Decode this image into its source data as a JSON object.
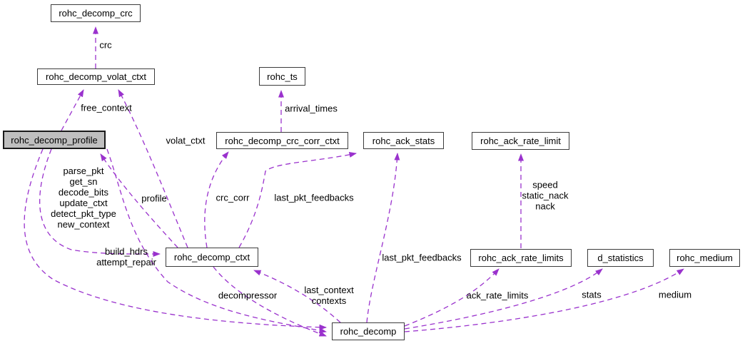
{
  "diagram_type": "collaboration-graph",
  "colors": {
    "edge-color": "#9a32cd",
    "node-border": "#3c3c3c",
    "node-fill": "#ffffff",
    "highlight-fill": "#bfbfbf",
    "bg": "#ffffff",
    "text": "#000000"
  },
  "nodes": {
    "rohc_decomp_crc": {
      "label": "rohc_decomp_crc"
    },
    "rohc_decomp_volat_ctxt": {
      "label": "rohc_decomp_volat_ctxt"
    },
    "rohc_decomp_profile": {
      "label": "rohc_decomp_profile",
      "highlighted": true
    },
    "rohc_ts": {
      "label": "rohc_ts"
    },
    "rohc_decomp_crc_corr_ctxt": {
      "label": "rohc_decomp_crc_corr_ctxt"
    },
    "rohc_ack_stats": {
      "label": "rohc_ack_stats"
    },
    "rohc_ack_rate_limit": {
      "label": "rohc_ack_rate_limit"
    },
    "rohc_decomp_ctxt": {
      "label": "rohc_decomp_ctxt"
    },
    "rohc_ack_rate_limits": {
      "label": "rohc_ack_rate_limits"
    },
    "d_statistics": {
      "label": "d_statistics"
    },
    "rohc_medium": {
      "label": "rohc_medium"
    },
    "rohc_decomp": {
      "label": "rohc_decomp"
    }
  },
  "edge_labels": {
    "crc": {
      "label": "crc"
    },
    "free_context": {
      "label": "free_context"
    },
    "volat_ctxt": {
      "label": "volat_ctxt"
    },
    "arrival_times": {
      "label": "arrival_times"
    },
    "profile": {
      "label": "profile"
    },
    "parse_pkt_group": {
      "label": "parse_pkt\nget_sn\ndecode_bits\nupdate_ctxt\ndetect_pkt_type\nnew_context"
    },
    "build_hdrs_group": {
      "label": "build_hdrs\nattempt_repair"
    },
    "crc_corr": {
      "label": "crc_corr"
    },
    "last_pkt_feedbacks_upper": {
      "label": "last_pkt_feedbacks"
    },
    "speed_group": {
      "label": "speed\nstatic_nack\nnack"
    },
    "last_pkt_feedbacks_lower": {
      "label": "last_pkt_feedbacks"
    },
    "decompressor": {
      "label": "decompressor"
    },
    "last_context_group": {
      "label": "last_context\ncontexts"
    },
    "ack_rate_limits": {
      "label": "ack_rate_limits"
    },
    "stats": {
      "label": "stats"
    },
    "medium": {
      "label": "medium"
    }
  }
}
